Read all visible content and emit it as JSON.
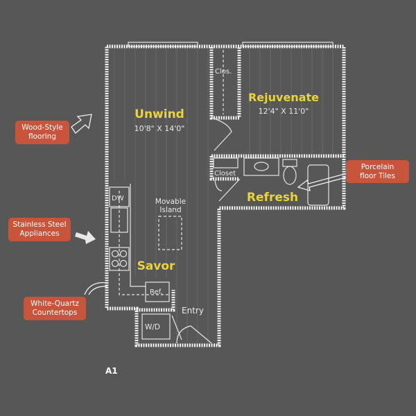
{
  "unit_name": "A1",
  "rooms": {
    "living": {
      "name": "Unwind",
      "dims": "10'8\" X 14'0\""
    },
    "bedroom": {
      "name": "Rejuvenate",
      "dims": "12'4\" X 11'0\""
    },
    "bath": {
      "name": "Refresh"
    },
    "kitchen": {
      "name": "Savor"
    }
  },
  "labels": {
    "closet_bedroom": "Clos.",
    "closet_hall": "Closet",
    "dishwasher": "DW",
    "island_line1": "Movable",
    "island_line2": "Island",
    "fridge": "Ref.",
    "washer_dryer": "W/D",
    "entry": "Entry"
  },
  "callouts": [
    {
      "line1": "Wood-Style",
      "line2": "flooring"
    },
    {
      "line1": "Stainless Steel",
      "line2": "Appliances"
    },
    {
      "line1": "White-Quartz",
      "line2": "Countertops"
    },
    {
      "line1": "Porcelain",
      "line2": "floor Tiles"
    }
  ],
  "colors": {
    "background": "#575757",
    "callout": "#c8553b",
    "room_label": "#e9d43a",
    "lines": "#f1f1f1"
  }
}
